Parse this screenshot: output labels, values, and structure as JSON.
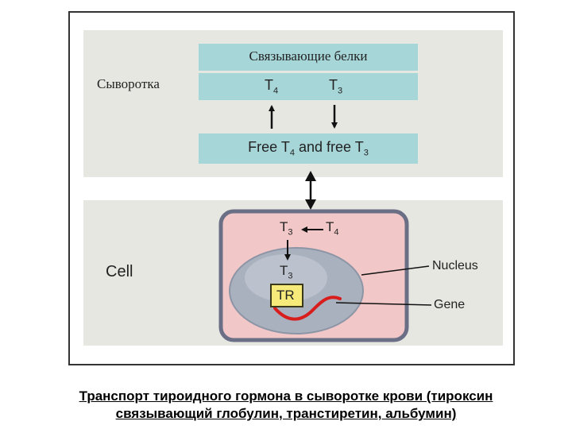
{
  "serum": {
    "label": "Сыворотка",
    "binding_proteins": "Связывающие белки",
    "t4_base": "T",
    "t4_sub": "4",
    "t3_base": "T",
    "t3_sub": "3",
    "free_part1": "Free T",
    "free_sub1": "4",
    "free_part2": " and free T",
    "free_sub2": "3"
  },
  "cell": {
    "label": "Cell",
    "t3_base": "T",
    "t3_sub": "3",
    "t4_base": "T",
    "t4_sub": "4",
    "nucleus_t3_base": "T",
    "nucleus_t3_sub": "3",
    "tr_label": "TR",
    "nucleus_label": "Nucleus",
    "gene_label": "Gene"
  },
  "colors": {
    "protein_box": "#a7d6d9",
    "cell_fill": "#f1c7c7",
    "cell_border": "#6b6f86",
    "nucleus_fill": "#a9b1be",
    "gene_strand": "#d81d1d",
    "tr_fill": "#f6eb7a"
  },
  "caption": {
    "line1": "Транспорт тироидного гормона в сыворотке крови (тироксин",
    "line2": "связывающий глобулин, транстиретин, альбумин)"
  }
}
